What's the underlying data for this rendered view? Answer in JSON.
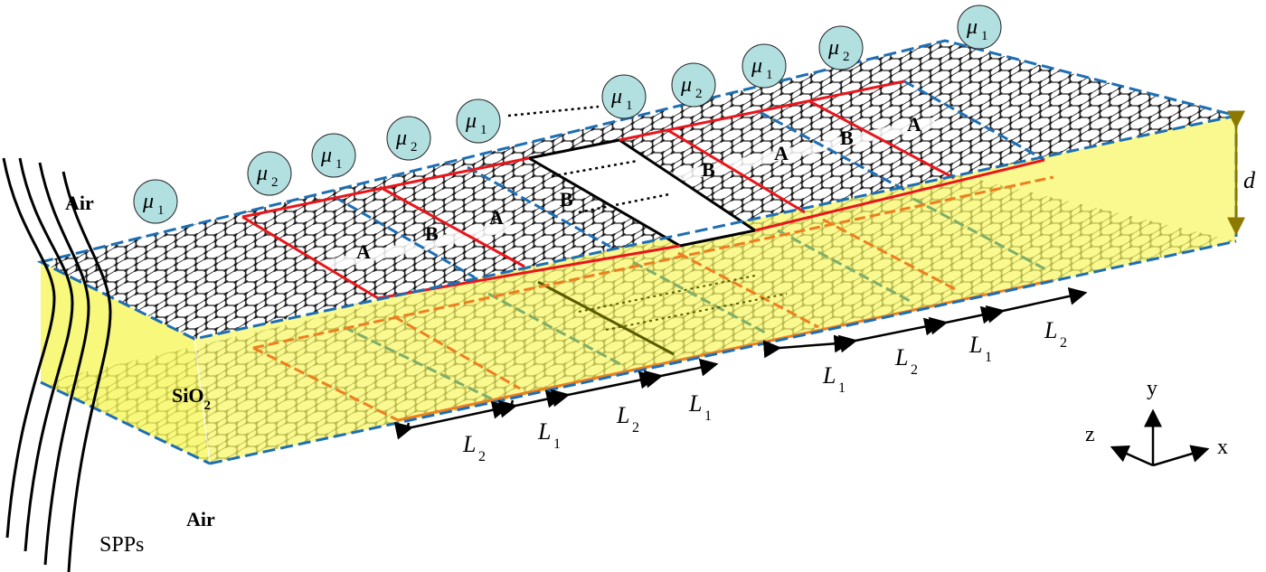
{
  "labels": {
    "air_top": "Air",
    "air_bottom": "Air",
    "sio2_main": "SiO",
    "sio2_sub": "2",
    "spps": "SPPs",
    "thickness": "d",
    "axis_x": "x",
    "axis_y": "y",
    "axis_z": "z",
    "segment_a": "A",
    "segment_b": "B"
  },
  "mu_symbol": "μ",
  "mu_sequence": [
    "1",
    "2",
    "1",
    "2",
    "1",
    "1",
    "2",
    "1",
    "2",
    "1"
  ],
  "length_symbol": "L",
  "length_sequence_near": [
    "2",
    "1",
    "2",
    "1"
  ],
  "length_sequence_far": [
    "1",
    "2",
    "1",
    "2"
  ],
  "colors": {
    "graphene_fill": "#ffffff",
    "lattice": "#1a1a1a",
    "dielectric": "#f5f54a",
    "period_boundary": "#e8161b",
    "graphene_boundary": "#1d6fb5",
    "mu_bubble": "#b2dfe0",
    "arrow": "#000000",
    "thickness_marker": "#8c7a00",
    "field_curve": "#000000"
  }
}
